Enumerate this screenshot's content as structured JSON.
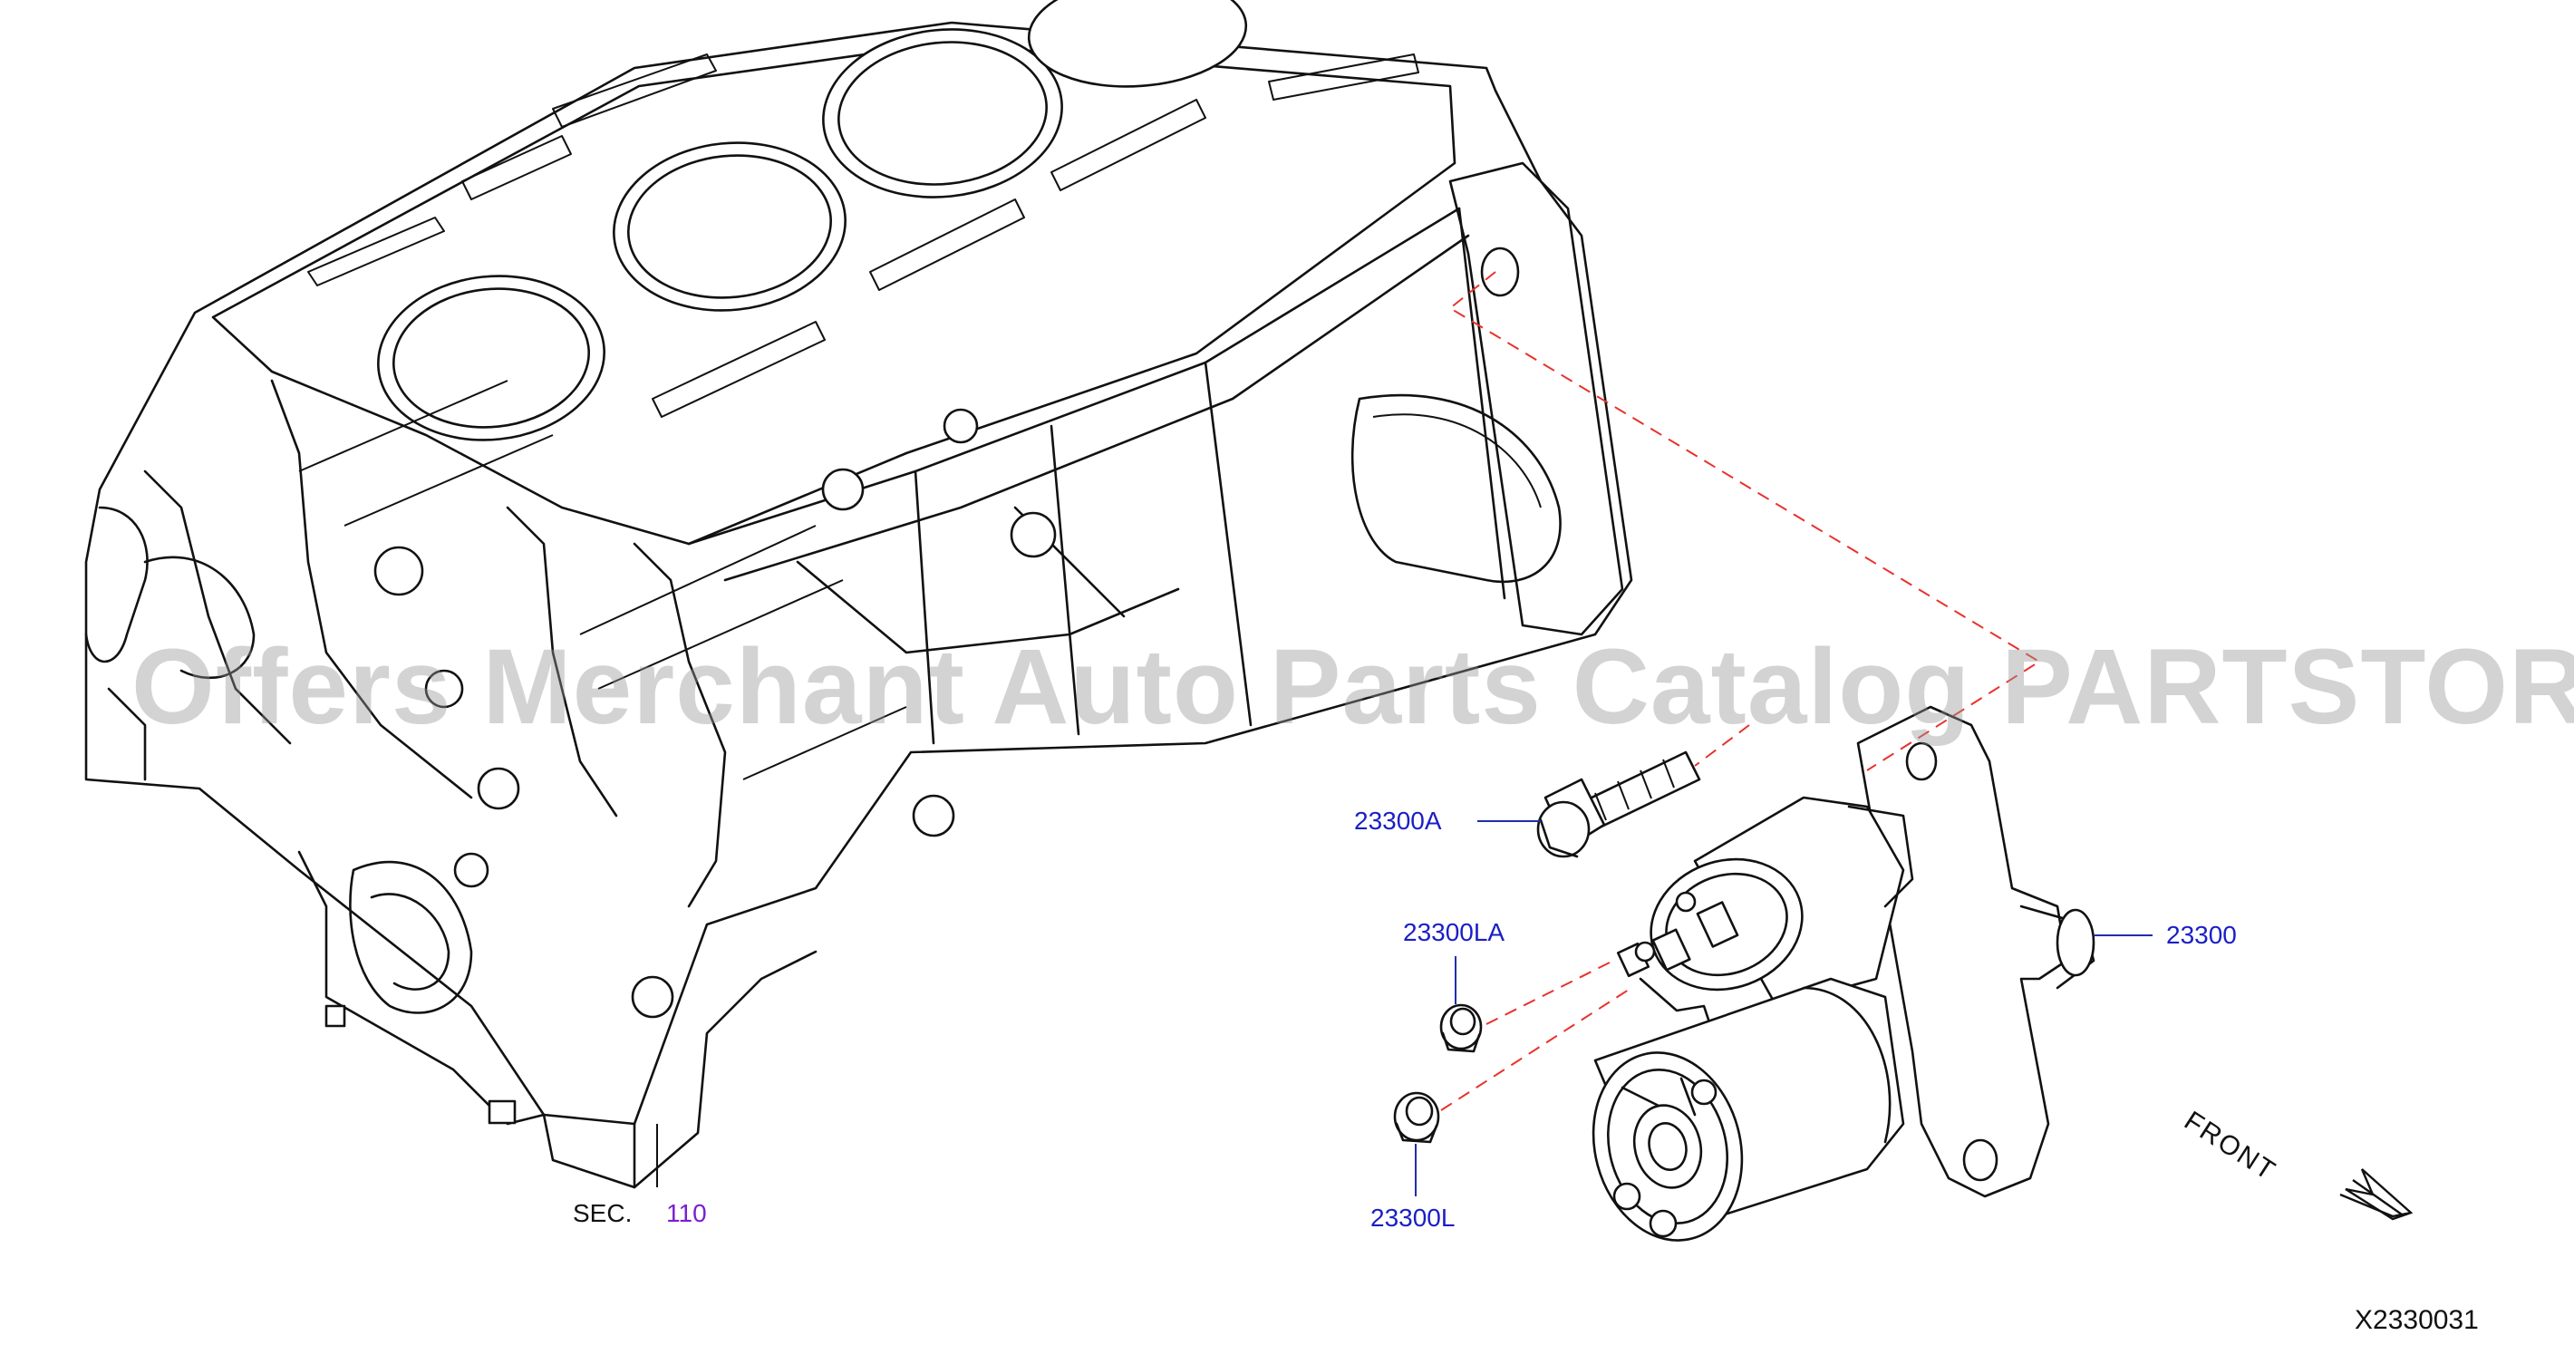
{
  "diagram": {
    "parts": {
      "starter": {
        "number": "23300"
      },
      "bolt": {
        "number": "23300A"
      },
      "nut_la": {
        "number": "23300LA"
      },
      "nut_l": {
        "number": "23300L"
      }
    },
    "section_ref": {
      "prefix": "SEC.",
      "number": "110"
    },
    "front_label": "FRONT",
    "figure_code": "X2330031",
    "watermark": "Offers Merchant Auto Parts Catalog PARTSTORE.SA",
    "colors": {
      "part_number": "#1a1fc4",
      "section_number": "#7a1fd0",
      "dashed_line": "#e8322c",
      "line_art": "#111111"
    }
  }
}
